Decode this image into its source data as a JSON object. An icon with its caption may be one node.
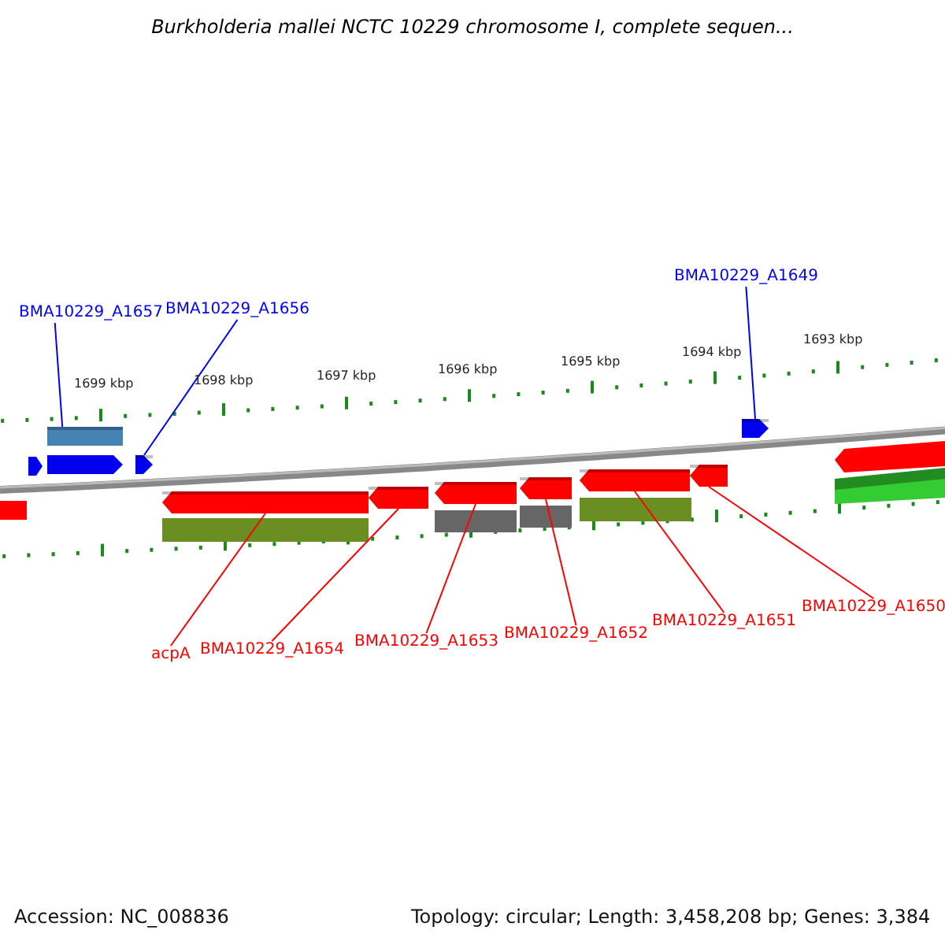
{
  "diagram": {
    "title": "Burkholderia mallei NCTC 10229 chromosome I, complete sequen...",
    "nodes": [
      {
        "text": [
          "BMA10229_A1657"
        ]
      },
      {
        "text": [
          "BMA10229_A1656"
        ]
      },
      {
        "text": [
          "BMA10229_A1649"
        ]
      },
      {
        "text": [
          "acpA"
        ]
      },
      {
        "text": [
          "BMA10229_A1654"
        ]
      },
      {
        "text": [
          "BMA10229_A1653"
        ]
      },
      {
        "text": [
          "BMA10229_A1652"
        ]
      },
      {
        "text": [
          "BMA10229_A1651"
        ]
      },
      {
        "text": [
          "BMA10229_A1650"
        ]
      },
      {
        "text": [],
        "shape": "bar"
      },
      {
        "text": [],
        "shape": "arrow"
      },
      {
        "text": [],
        "shape": "arrow"
      },
      {
        "text": [],
        "shape": "arrow"
      },
      {
        "text": [],
        "shape": "arrow"
      },
      {
        "text": [],
        "shape": "arrow"
      },
      {
        "text": [],
        "shape": "arrow"
      },
      {
        "text": [],
        "shape": "arrow"
      },
      {
        "text": [],
        "shape": "arrow"
      }
    ],
    "edges": [
      {
        "from": 0,
        "to": 9,
        "arrow": "none",
        "color": "#0000ff"
      },
      {
        "from": 1,
        "to": 10,
        "arrow": "none",
        "color": "#0000ff"
      },
      {
        "from": 2,
        "to": 17,
        "arrow": "none",
        "color": "#0000ff"
      },
      {
        "from": 3,
        "to": 11,
        "arrow": "none"
      },
      {
        "from": 4,
        "to": 12,
        "arrow": "none"
      },
      {
        "from": 5,
        "to": 13,
        "arrow": "none"
      },
      {
        "from": 6,
        "to": 14,
        "arrow": "none"
      },
      {
        "from": 7,
        "to": 15,
        "arrow": "none"
      },
      {
        "from": 8,
        "to": 16,
        "arrow": "none"
      }
    ],
    "labels": [
      "1699 kbp",
      "1698 kbp",
      "1697 kbp",
      "1696 kbp",
      "1695 kbp",
      "1694 kbp",
      "1693 kbp",
      "Accession: NC_008836",
      "Topology: circular; Length: 3,458,208 bp; Genes: 3,384"
    ]
  }
}
